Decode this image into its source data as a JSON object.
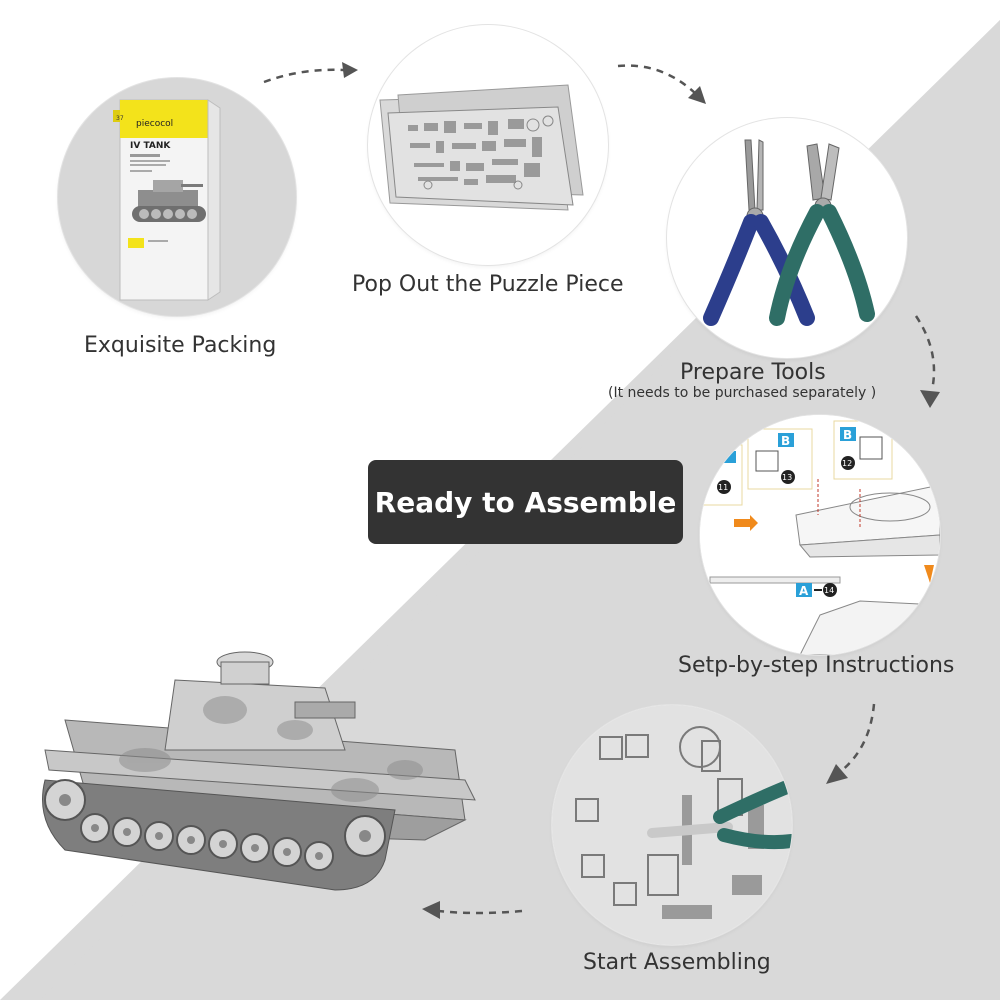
{
  "banner": {
    "title": "Ready to Assemble"
  },
  "steps": [
    {
      "label": "Exquisite Packing"
    },
    {
      "label": "Pop Out the Puzzle Piece"
    },
    {
      "label": "Prepare Tools",
      "note": "(It needs to be purchased separately  )"
    },
    {
      "label": "Setp-by-step Instructions"
    },
    {
      "label": "Start Assembling"
    }
  ],
  "box": {
    "brand": "piecocol",
    "title": "IV TANK",
    "number": "37"
  },
  "instructions": {
    "labels": [
      "B",
      "B",
      "A"
    ],
    "numbers": [
      "11",
      "13",
      "12",
      "14"
    ]
  },
  "colors": {
    "background_gray": "#d9d9d9",
    "banner": "#333333",
    "box_yellow": "#f3e31b",
    "plier_blue": "#2c3e8c",
    "plier_green": "#2f6e66",
    "instruction_blue": "#2aa0d8",
    "instruction_orange": "#f08a1c"
  }
}
